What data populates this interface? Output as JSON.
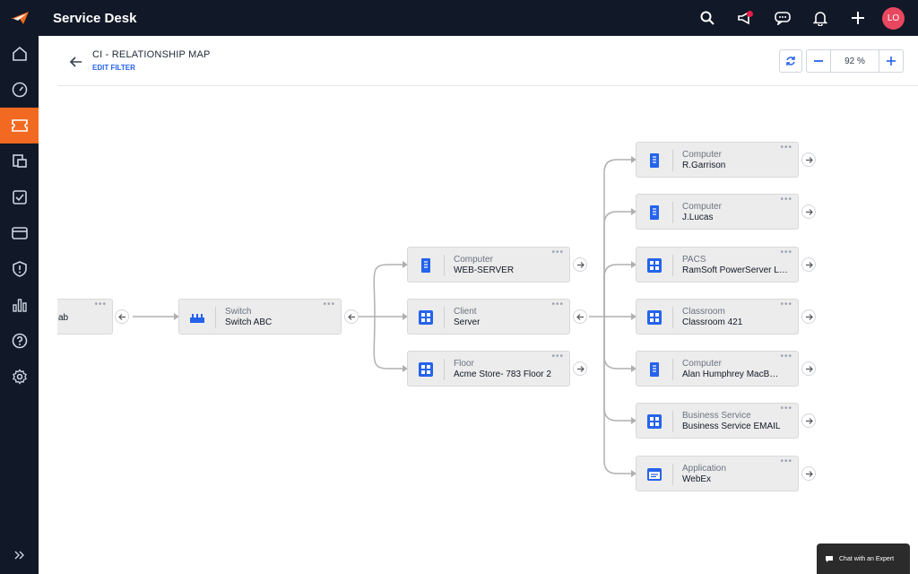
{
  "app": {
    "title": "Service Desk"
  },
  "user": {
    "initials": "LO"
  },
  "header": {
    "title": "CI - RELATIONSHIP MAP",
    "edit_filter": "EDIT FILTER",
    "zoom": "92 %"
  },
  "nodes": {
    "partial": {
      "name": "ab"
    },
    "switch": {
      "type": "Switch",
      "name": "Switch ABC"
    },
    "web_server": {
      "type": "Computer",
      "name": "WEB-SERVER"
    },
    "client": {
      "type": "Client",
      "name": "Server"
    },
    "floor": {
      "type": "Floor",
      "name": "Acme Store- 783 Floor 2"
    },
    "garrison": {
      "type": "Computer",
      "name": "R.Garrison"
    },
    "lucas": {
      "type": "Computer",
      "name": "J.Lucas"
    },
    "pacs": {
      "type": "PACS",
      "name": "RamSoft PowerServer L…"
    },
    "classroom": {
      "type": "Classroom",
      "name": "Classroom 421"
    },
    "alan": {
      "type": "Computer",
      "name": "Alan Humphrey MacB…"
    },
    "business": {
      "type": "Business Service",
      "name": "Business Service EMAIL"
    },
    "application": {
      "type": "Application",
      "name": "WebEx"
    }
  },
  "chat": {
    "label": "Chat with an Expert"
  },
  "colors": {
    "accent": "#f26a21",
    "topbar": "#111827",
    "link": "#2563eb",
    "icon_blue": "#2563eb"
  }
}
